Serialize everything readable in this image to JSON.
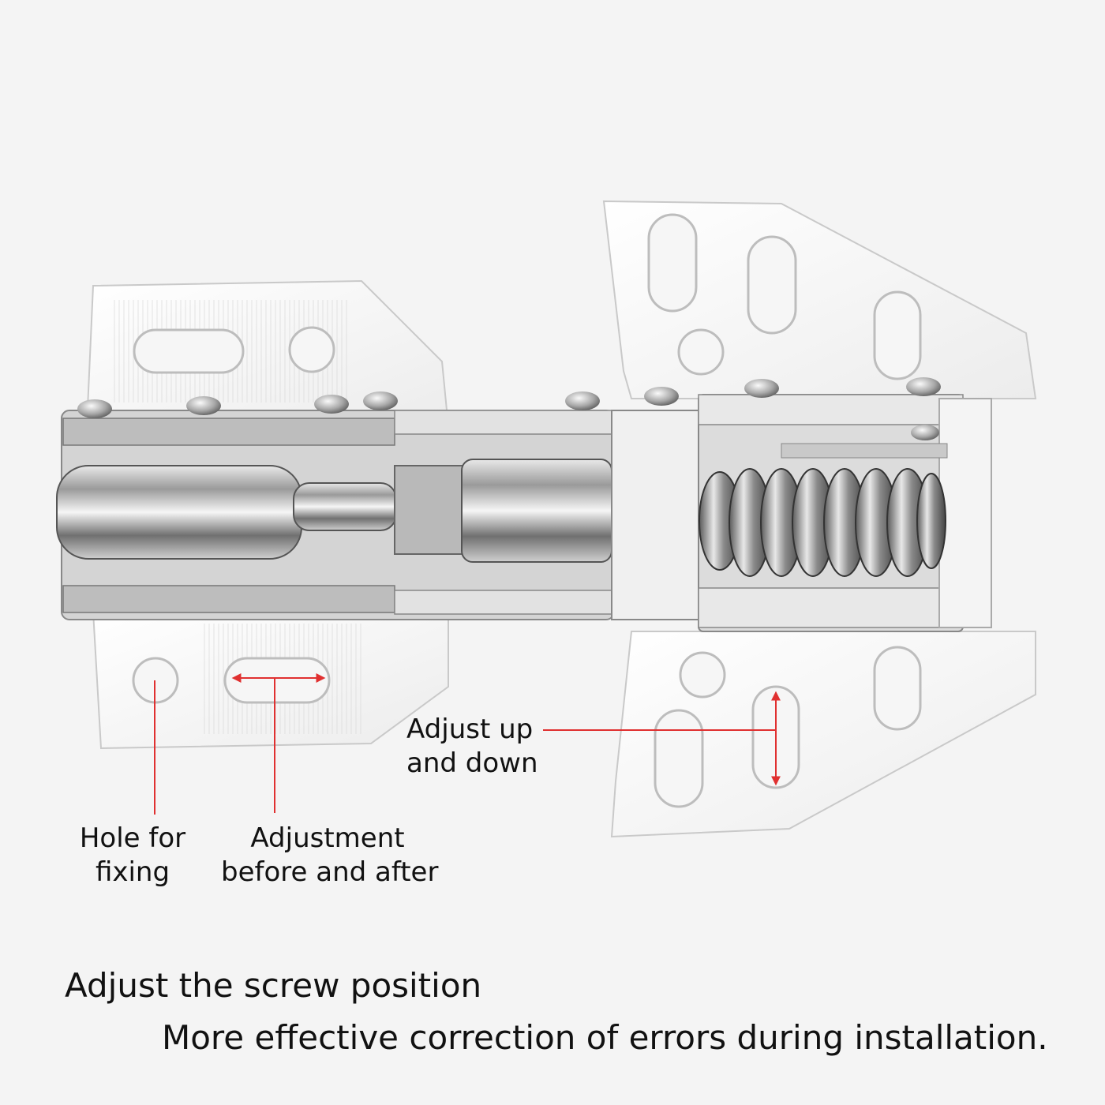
{
  "labels": {
    "hole_for_fixing": [
      "Hole for",
      "fixing"
    ],
    "adjustment_before_after": [
      "Adjustment",
      "before and after"
    ],
    "adjust_up_down": [
      "Adjust up",
      "and down"
    ]
  },
  "caption": {
    "line1": "Adjust the screw position",
    "line2": "More effective correction of errors during installation."
  },
  "colors": {
    "background": "#f4f4f4",
    "metal_plate": "#fbfbfb",
    "metal_edge": "#c9c9c9",
    "steel_dark": "#6b6b6b",
    "callout_line": "#e03030"
  }
}
